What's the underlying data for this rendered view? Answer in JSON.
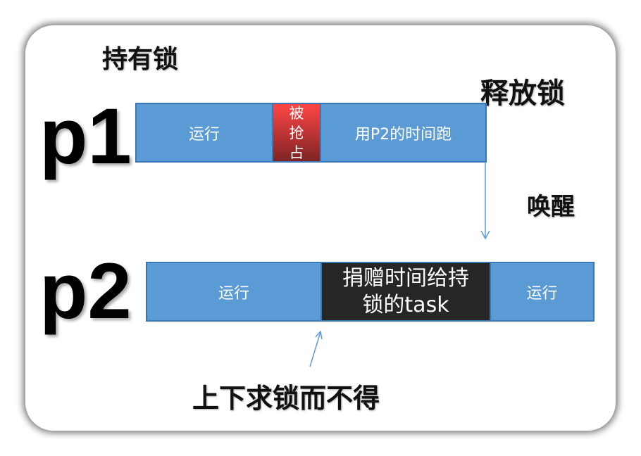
{
  "labels": {
    "hold_lock": "持有锁",
    "release_lock": "释放锁",
    "wake": "唤醒",
    "p1": "p1",
    "p2": "p2",
    "seek_lock": "上下求锁而不得"
  },
  "p1_bar": {
    "run": "运行",
    "preempted": "被抢占",
    "use_p2_time": "用P2的时间跑"
  },
  "p2_bar": {
    "run1": "运行",
    "donate": "捐赠时间给持锁的task",
    "run2": "运行"
  },
  "colors": {
    "blue": "#5b9bd5",
    "red": "#ff4545",
    "dark": "#262626",
    "arrow": "#5b9bd5"
  }
}
